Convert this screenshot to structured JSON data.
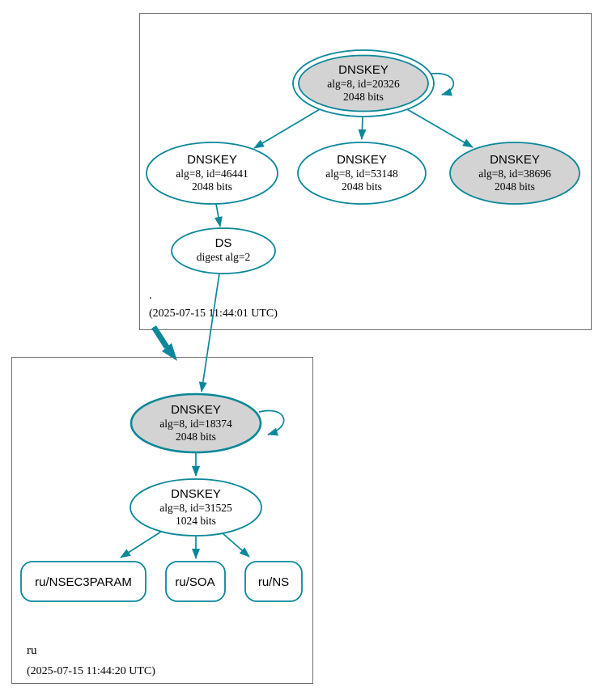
{
  "diagram": {
    "type": "dnssec-authentication-chain",
    "colors": {
      "secure": "#0a879a",
      "ksk_fill": "#d3d3d3",
      "node_fill": "#ffffff",
      "box_border": "#6e6e6e",
      "text": "#000000"
    }
  },
  "zones": {
    "root": {
      "label": ".",
      "timestamp": "(2025-07-15 11:44:01 UTC)"
    },
    "ru": {
      "label": "ru",
      "timestamp": "(2025-07-15 11:44:20 UTC)"
    }
  },
  "nodes": {
    "root_ksk": {
      "title": "DNSKEY",
      "detail": "alg=8, id=20326",
      "bits": "2048 bits"
    },
    "root_zsk_46441": {
      "title": "DNSKEY",
      "detail": "alg=8, id=46441",
      "bits": "2048 bits"
    },
    "root_zsk_53148": {
      "title": "DNSKEY",
      "detail": "alg=8, id=53148",
      "bits": "2048 bits"
    },
    "root_key_38696": {
      "title": "DNSKEY",
      "detail": "alg=8, id=38696",
      "bits": "2048 bits"
    },
    "ds": {
      "title": "DS",
      "detail": "digest alg=2"
    },
    "ru_ksk": {
      "title": "DNSKEY",
      "detail": "alg=8, id=18374",
      "bits": "2048 bits"
    },
    "ru_zsk": {
      "title": "DNSKEY",
      "detail": "alg=8, id=31525",
      "bits": "1024 bits"
    },
    "ru_nsec3param": {
      "label": "ru/NSEC3PARAM"
    },
    "ru_soa": {
      "label": "ru/SOA"
    },
    "ru_ns": {
      "label": "ru/NS"
    }
  }
}
